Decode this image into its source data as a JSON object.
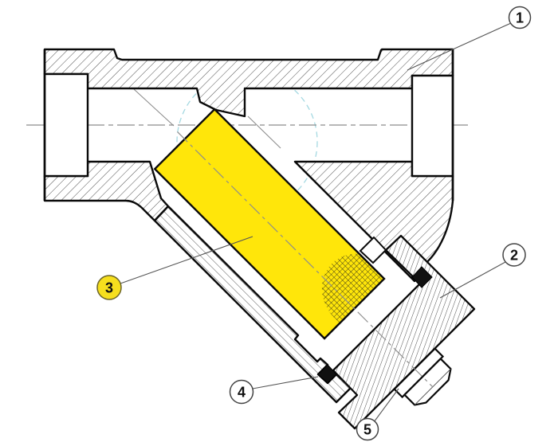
{
  "drawing": {
    "label": "Y-strainer sectional technical drawing",
    "callouts": [
      {
        "number": "1"
      },
      {
        "number": "2"
      },
      {
        "number": "3"
      },
      {
        "number": "4"
      },
      {
        "number": "5"
      }
    ],
    "colors": {
      "strainer_element": "#FFE60A",
      "callout_3_fill": "#F6DF1E",
      "hidden_line": "#A5D9E2",
      "centerline": "#8C8C8C",
      "seal": "#111111"
    }
  }
}
